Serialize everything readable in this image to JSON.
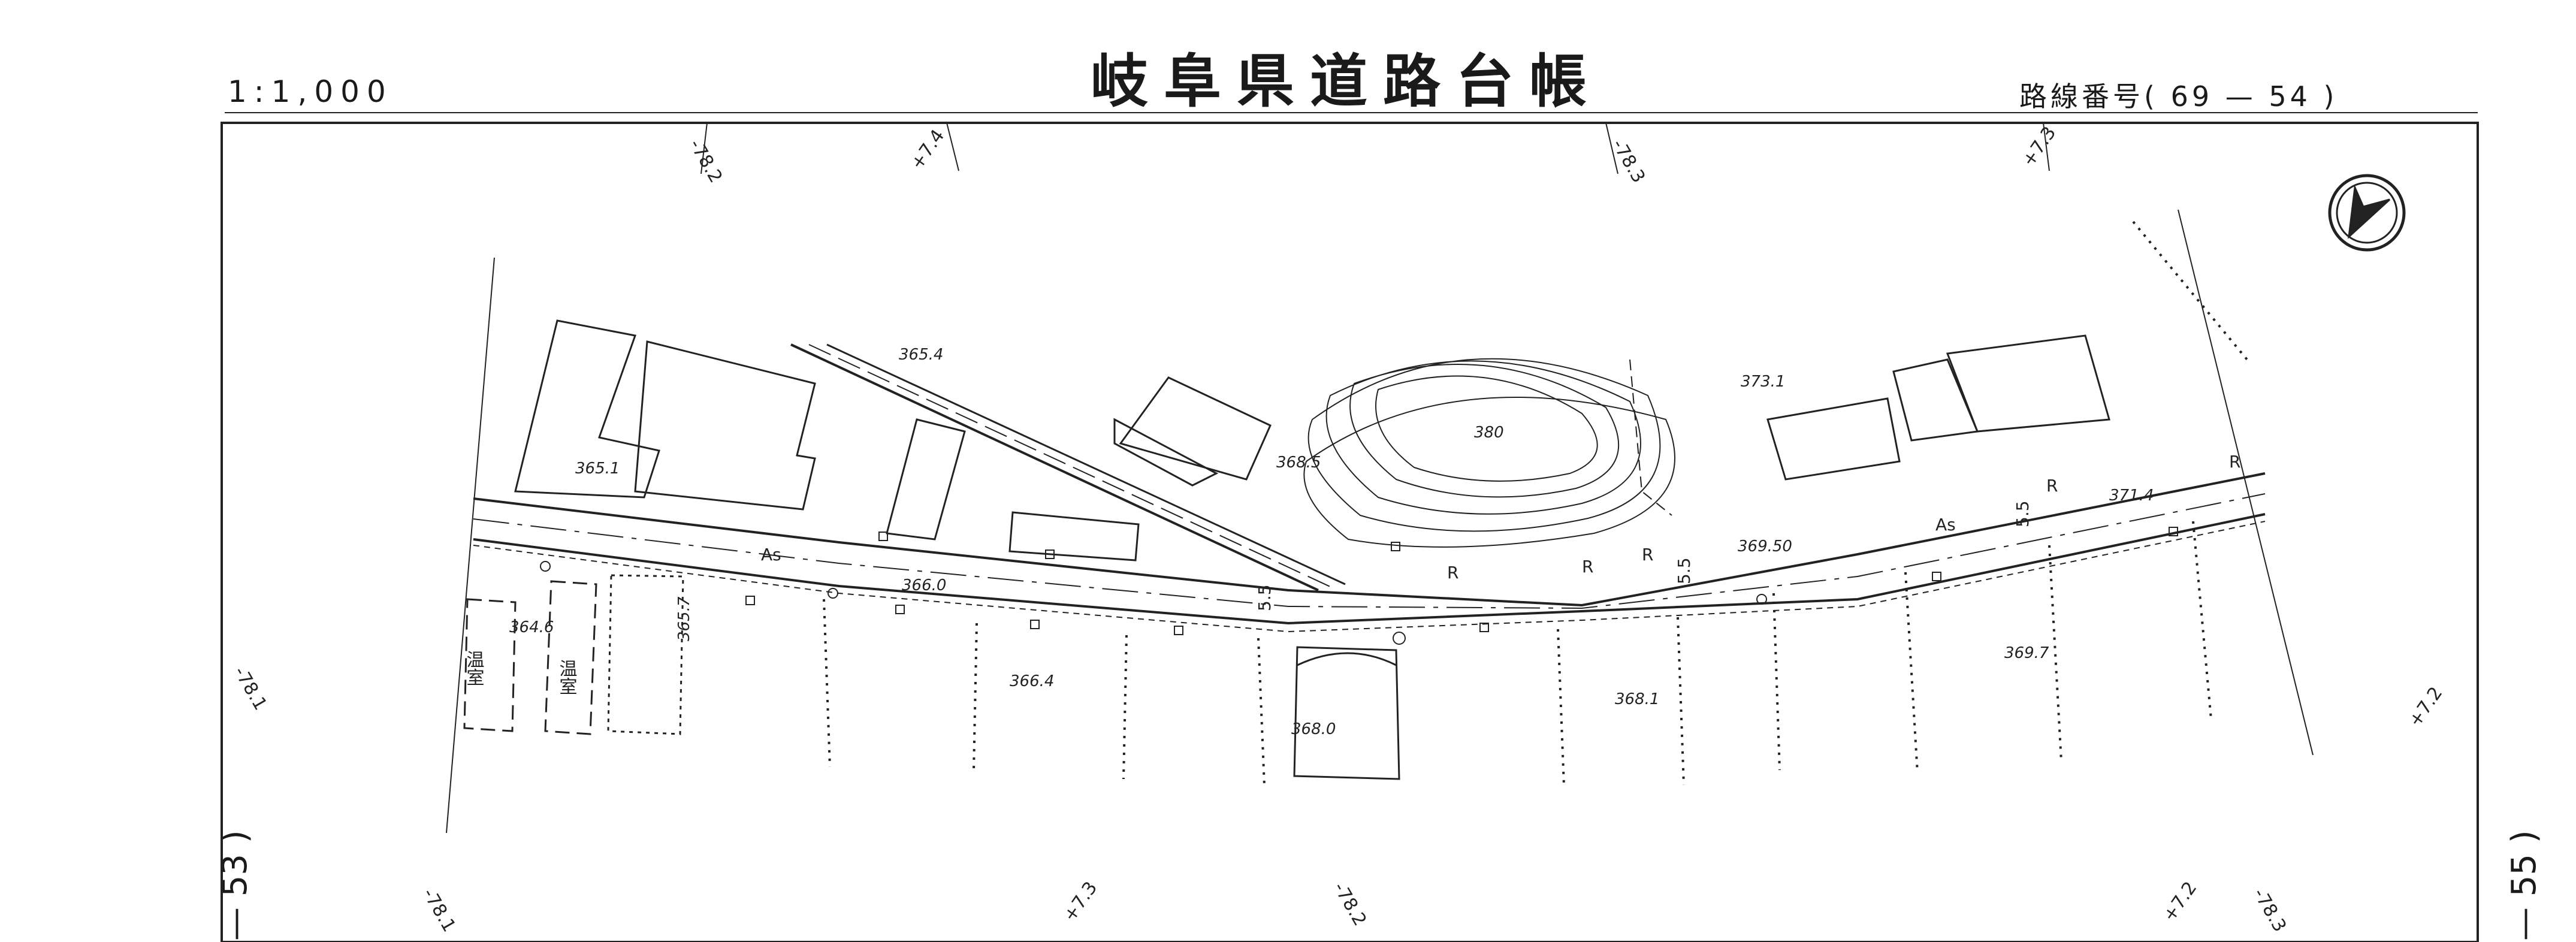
{
  "header": {
    "scale": "1:1,000",
    "title": "岐阜県道路台帳",
    "route_number": "路線番号( 69 — 54 )"
  },
  "sheet_links": {
    "left": "— 53 )",
    "right": "— 55 )"
  },
  "map": {
    "elevations": [
      "365.4",
      "373.1",
      "380",
      "368.5",
      "365.1",
      "369.50",
      "371.4",
      "366.0",
      "364.6",
      "365.7",
      "366.4",
      "368.0",
      "368.1",
      "369.7"
    ],
    "road_surface_labels": [
      "As",
      "As"
    ],
    "lane_widths": [
      "5.5",
      "5.5",
      "5.5"
    ],
    "curb_marks": [
      "R",
      "R",
      "R",
      "R",
      "R"
    ],
    "greenhouse_labels": [
      "温室",
      "温室"
    ],
    "grid_ticks": [
      "-78.2",
      "+7.4",
      "-78.3",
      "+7.3",
      "-78.1",
      "+7.2",
      "-78.1",
      "+7.3",
      "-78.2",
      "+7.2",
      "-78.3"
    ]
  },
  "north_arrow": {
    "icon": "north-arrow-icon"
  }
}
